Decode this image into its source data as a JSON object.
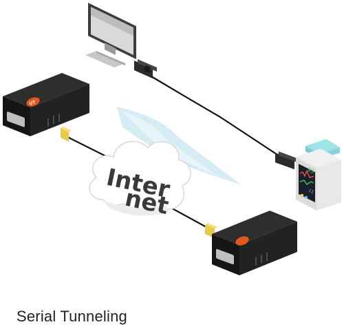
{
  "diagram": {
    "caption": "Serial Tunneling",
    "cloud_label_line1": "Inter",
    "cloud_label_line2": "net",
    "device_badge": "UT",
    "monitor_readout": "95",
    "monitor_readout_small": "11"
  },
  "colors": {
    "device_body": "#1e1e1e",
    "device_badge": "#e4571d",
    "cable": "#111111",
    "network_jack": "#e9c94a",
    "cloud_fill": "#ffffff",
    "signal_wave": "#cde7f2",
    "monitor_case": "#e6e6e6",
    "monitor_screen": "#1a1f2a",
    "monitor_cap": "#9ee3e8"
  },
  "icons": [
    "desktop-monitor-icon",
    "serial-device-server-icon",
    "internet-cloud-icon",
    "patient-monitor-icon",
    "db9-connector-icon",
    "rj45-connector-icon"
  ]
}
